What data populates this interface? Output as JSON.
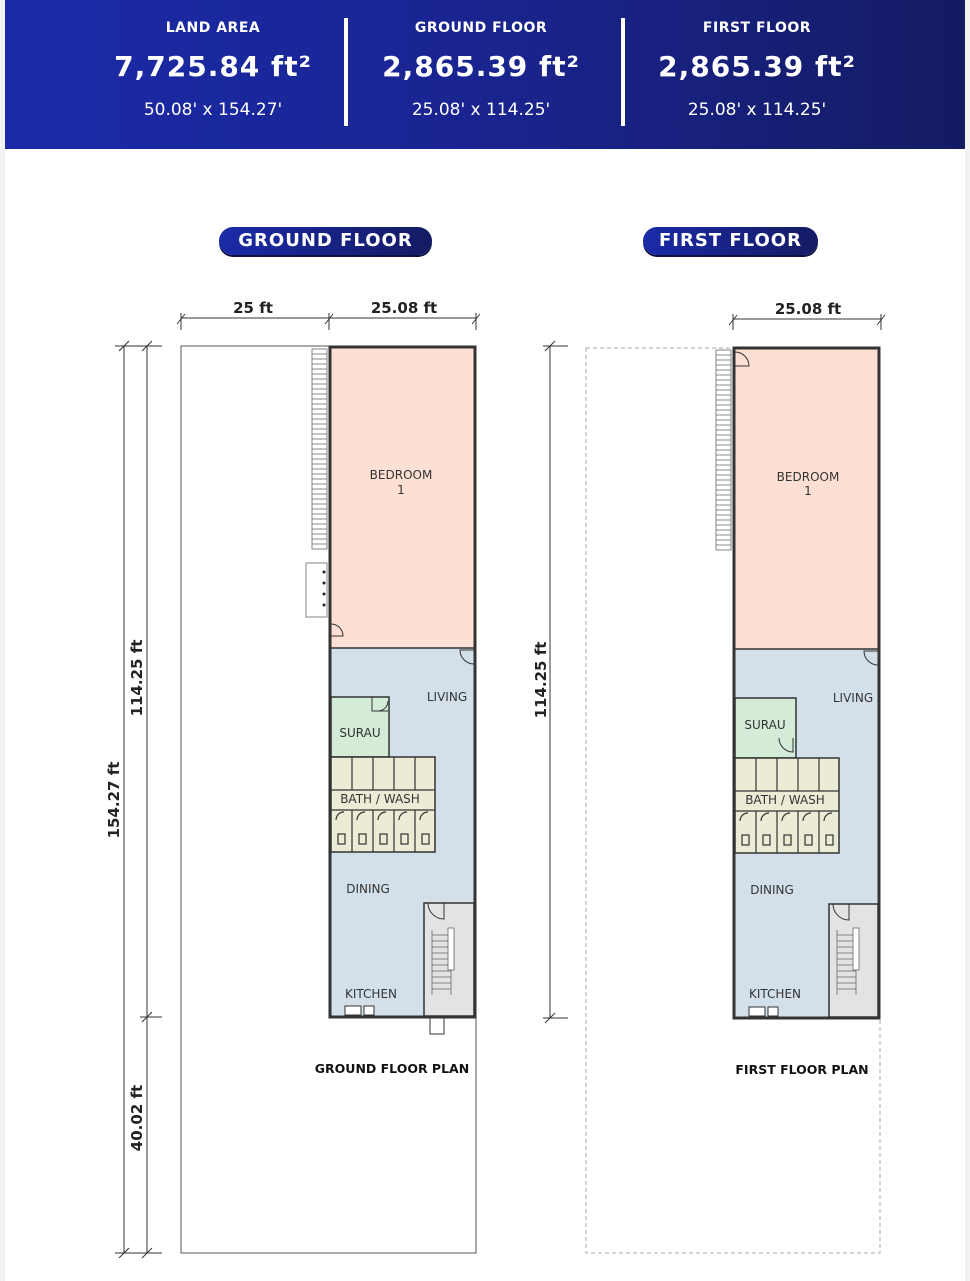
{
  "header": {
    "stats": [
      {
        "label": "LAND AREA",
        "value": "7,725.84 ft²",
        "dims": "50.08' x 154.27'"
      },
      {
        "label": "GROUND FLOOR",
        "value": "2,865.39 ft²",
        "dims": "25.08' x 114.25'"
      },
      {
        "label": "FIRST FLOOR",
        "value": "2,865.39 ft²",
        "dims": "25.08' x 114.25'"
      }
    ]
  },
  "colors": {
    "banner": "#1b2aa8",
    "bedroom": "#fde0d3",
    "living": "#d3e0ea",
    "surau": "#d4ebd8",
    "bath": "#ececd6"
  },
  "ground": {
    "title": "GROUND FLOOR",
    "dims": {
      "left_width": "25 ft",
      "right_width": "25.08 ft",
      "total_length": "154.27 ft",
      "building_length": "114.25 ft",
      "rear_length": "40.02 ft"
    },
    "rooms": {
      "bedroom": "BEDROOM",
      "bedroom_num": "1",
      "living": "LIVING",
      "surau": "SURAU",
      "bath": "BATH / WASH",
      "dining": "DINING",
      "kitchen": "KITCHEN"
    },
    "caption": "GROUND FLOOR PLAN"
  },
  "first": {
    "title": "FIRST FLOOR",
    "dims": {
      "width": "25.08 ft",
      "building_length": "114.25 ft"
    },
    "rooms": {
      "bedroom": "BEDROOM",
      "bedroom_num": "1",
      "living": "LIVING",
      "surau": "SURAU",
      "bath": "BATH / WASH",
      "dining": "DINING",
      "kitchen": "KITCHEN"
    },
    "caption": "FIRST FLOOR PLAN"
  }
}
